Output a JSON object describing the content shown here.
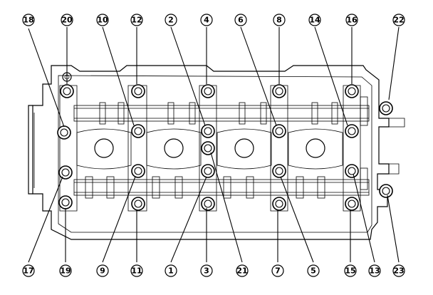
{
  "diagram": {
    "top_callouts": [
      "18",
      "20",
      "10",
      "12",
      "2",
      "4",
      "6",
      "8",
      "14",
      "16",
      "22"
    ],
    "bottom_callouts": [
      "17",
      "19",
      "9",
      "11",
      "1",
      "3",
      "21",
      "7",
      "5",
      "15",
      "13",
      "23"
    ]
  }
}
